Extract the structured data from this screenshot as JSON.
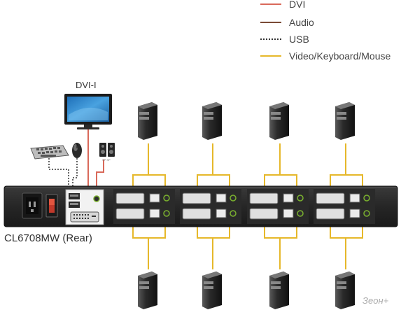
{
  "legend": {
    "items": [
      {
        "label": "DVI",
        "style": "solid",
        "color": "#d9695a"
      },
      {
        "label": "Audio",
        "style": "solid",
        "color": "#7a4a36"
      },
      {
        "label": "USB",
        "style": "dashed",
        "color": "#333333"
      },
      {
        "label": "Video/Keyboard/Mouse",
        "style": "solid",
        "color": "#e6b82a"
      }
    ]
  },
  "monitor_label": "DVI-I",
  "device_label": "CL6708MW (Rear)",
  "watermark": "Зеон+",
  "icons": {
    "monitor": "monitor-icon",
    "keyboard": "keyboard-icon",
    "mouse": "mouse-icon",
    "speakers": "speakers-icon",
    "computer": "computer-tower-icon",
    "power": "power-inlet-icon"
  },
  "colors": {
    "panel": "#2b2b2b",
    "port_bay": "#f2f2f2",
    "vkm_line": "#e6b82a",
    "dvi_line": "#d9695a",
    "audio_line": "#7a4a36",
    "usb_line": "#333333"
  }
}
